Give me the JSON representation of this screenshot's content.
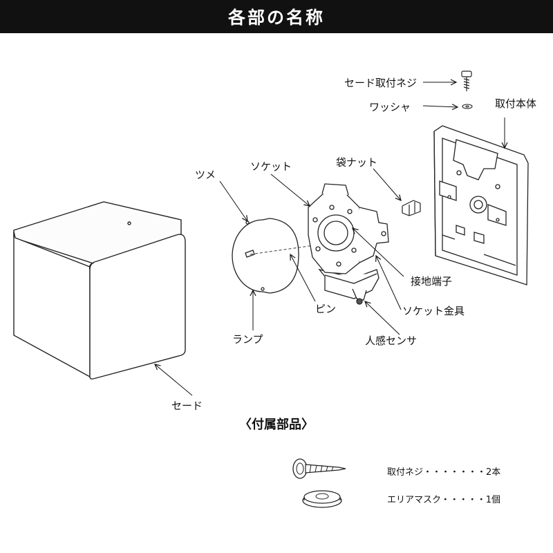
{
  "header": {
    "title": "各部の名称"
  },
  "parts": {
    "shade_screw": "セード取付ネジ",
    "washer": "ワッシャ",
    "mount_body": "取付本体",
    "cap_nut": "袋ナット",
    "socket": "ソケット",
    "claw": "ツメ",
    "ground_terminal": "接地端子",
    "pin": "ピン",
    "socket_bracket": "ソケット金具",
    "lamp": "ランプ",
    "motion_sensor": "人感センサ",
    "shade": "セード"
  },
  "accessories": {
    "title": "〈付属部品〉",
    "items": [
      {
        "name": "取付ネジ",
        "dots": "・・・・・・・",
        "qty": "2本"
      },
      {
        "name": "エリアマスク",
        "dots": "・・・・・",
        "qty": "1個"
      }
    ]
  }
}
